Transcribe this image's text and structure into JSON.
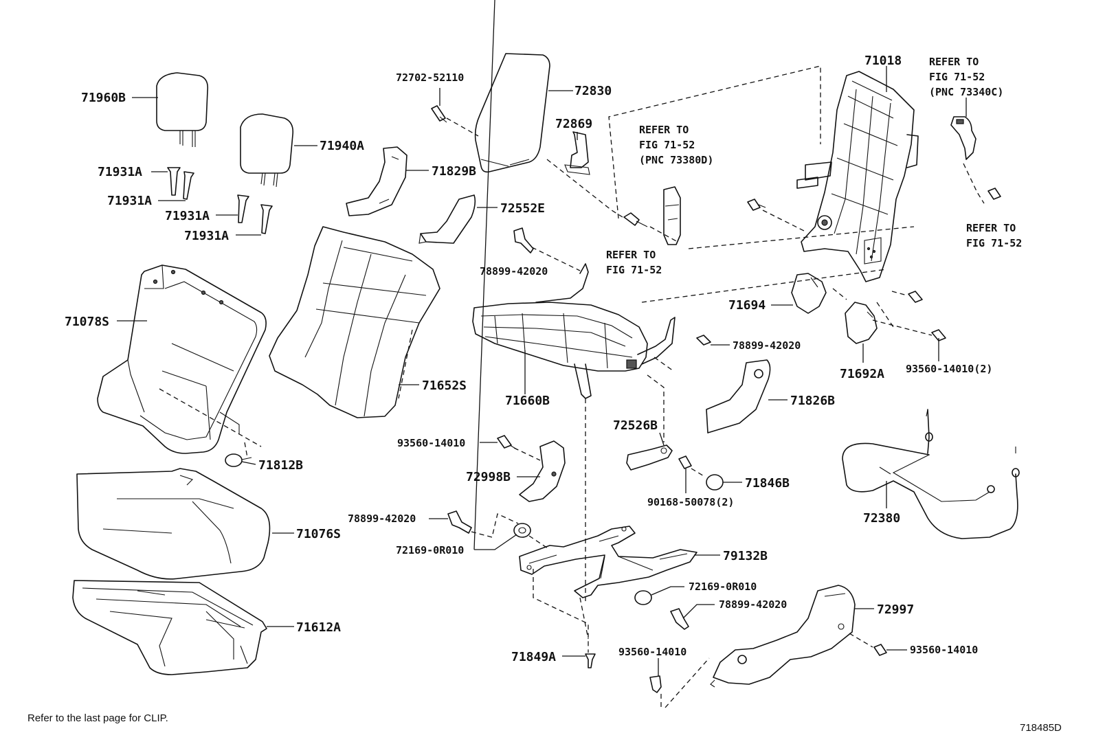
{
  "labels": {
    "p71960B": "71960B",
    "p71940A": "71940A",
    "p71931A_1": "71931A",
    "p71931A_2": "71931A",
    "p71931A_3": "71931A",
    "p71931A_4": "71931A",
    "p71078S": "71078S",
    "p71812B": "71812B",
    "p71076S": "71076S",
    "p71612A": "71612A",
    "p72702_52110": "72702-52110",
    "p72830": "72830",
    "p72869": "72869",
    "p71829B": "71829B",
    "p72552E": "72552E",
    "p78899_42020_a": "78899-42020",
    "p71652S": "71652S",
    "p71660B": "71660B",
    "p93560_14010_a": "93560-14010",
    "p72998B": "72998B",
    "p78899_42020_b": "78899-42020",
    "p72169_0R010_a": "72169-0R010",
    "p71849A": "71849A",
    "p72526B": "72526B",
    "p90168_50078": "90168-50078(2)",
    "p71846B": "71846B",
    "p79132B": "79132B",
    "p72169_0R010_b": "72169-0R010",
    "p78899_42020_c": "78899-42020",
    "p93560_14010_b": "93560-14010",
    "p72997": "72997",
    "p93560_14010_c": "93560-14010",
    "p78899_42020_d": "78899-42020",
    "p71826B": "71826B",
    "p71018": "71018",
    "p71694": "71694",
    "p71692A": "71692A",
    "p93560_14010_2": "93560-14010(2)",
    "p72380": "72380"
  },
  "references": {
    "ref1": {
      "line1": "REFER TO",
      "line2": "FIG 71-52",
      "line3": "(PNC 73380D)"
    },
    "ref2": {
      "line1": "REFER TO",
      "line2": "FIG 71-52"
    },
    "ref3": {
      "line1": "REFER TO",
      "line2": "FIG 71-52",
      "line3": "(PNC 73340C)"
    },
    "ref4": {
      "line1": "REFER TO",
      "line2": "FIG 71-52"
    }
  },
  "footer": {
    "note": "Refer to the last page for CLIP.",
    "diagram_id": "718485D"
  }
}
